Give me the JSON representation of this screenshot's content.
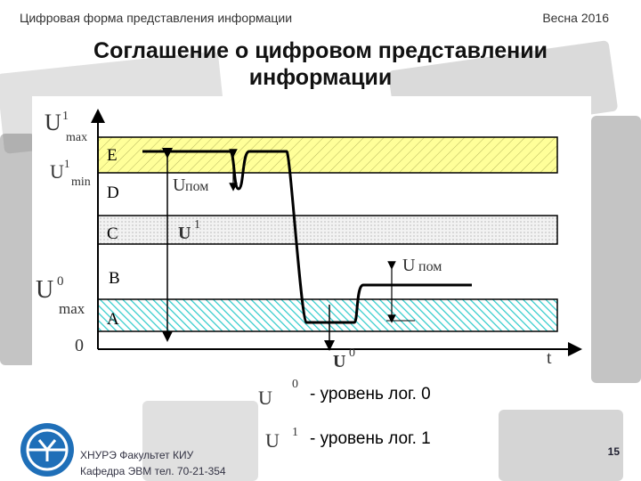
{
  "header": {
    "left": "Цифровая форма представления информации",
    "right": "Весна 2016"
  },
  "title": {
    "line1": "Соглашение о цифровом представлении",
    "line2": "информации"
  },
  "axes": {
    "y_top_u": "U",
    "y_top_sup": "1",
    "y_top_sub": "max",
    "y_mid_u": "U",
    "y_mid_sup": "1",
    "y_mid_sub": "min",
    "y_low_u": "U",
    "y_low_sup": "0",
    "y_low_sub": "max",
    "origin": "0",
    "x_label": "t"
  },
  "zones": {
    "E": "E",
    "D": "D",
    "C": "C",
    "B": "B",
    "A": "A"
  },
  "annotations": {
    "upom_left": "U",
    "upom_left_sub": "пом",
    "u1": "U",
    "u1_sup": "1",
    "upom_right": "U",
    "upom_right_sub": "пом",
    "u0": "U",
    "u0_sup": "0"
  },
  "legend": {
    "row0_symbol": "U",
    "row0_sup": "0",
    "row0_text": "- уровень лог. 0",
    "row1_symbol": "U",
    "row1_sup": "1",
    "row1_text": "- уровень лог. 1"
  },
  "footer": {
    "line1": "ХНУРЭ Факультет КИУ",
    "line2": "Кафедра ЭВМ   тел. 70-21-354"
  },
  "page_number": "15",
  "colors": {
    "hatch_top": "#ffff99",
    "hatch_green": "#33cccc",
    "title": "#111111"
  }
}
